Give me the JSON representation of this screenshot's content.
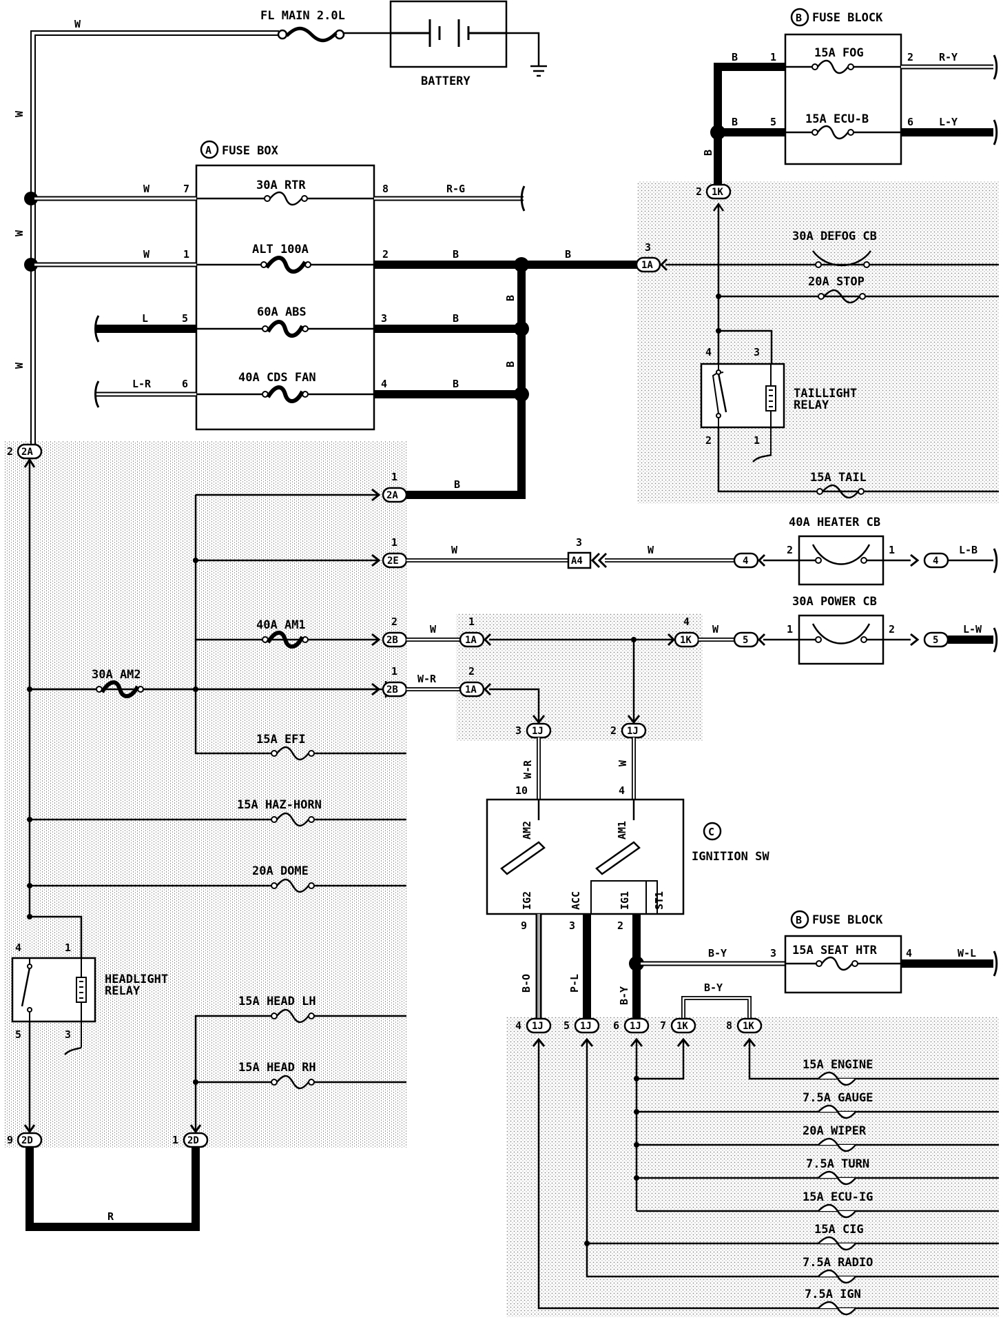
{
  "labels": {
    "fl_main": "FL MAIN 2.0L",
    "battery": "BATTERY",
    "fuse_box_title": "FUSE BOX",
    "fuse_block_title": "FUSE BLOCK",
    "fuse_block_title_2": "FUSE BLOCK",
    "ignition_sw": "IGNITION SW",
    "taillight_relay_1": "TAILLIGHT",
    "taillight_relay_2": "RELAY",
    "headlight_relay_1": "HEADLIGHT",
    "headlight_relay_2": "RELAY",
    "letter_a": "A",
    "letter_b": "B",
    "letter_b2": "B",
    "letter_c": "C"
  },
  "fuses": {
    "rtr": "30A RTR",
    "alt": "ALT 100A",
    "abs": "60A ABS",
    "cds": "40A CDS FAN",
    "fog": "15A FOG",
    "ecub": "15A ECU-B",
    "defog": "30A DEFOG CB",
    "stop": "20A STOP",
    "tail": "15A TAIL",
    "heater": "40A HEATER CB",
    "power": "30A POWER CB",
    "am1": "40A AM1",
    "am2": "30A AM2",
    "efi": "15A EFI",
    "haz": "15A HAZ-HORN",
    "dome": "20A DOME",
    "headlh": "15A HEAD LH",
    "headrh": "15A HEAD RH",
    "seathtr": "15A SEAT HTR",
    "engine": "15A ENGINE",
    "gauge": "7.5A GAUGE",
    "wiper": "20A WIPER",
    "turn": "7.5A TURN",
    "ecuig": "15A ECU-IG",
    "cig": "15A CIG",
    "radio": "7.5A RADIO",
    "ign": "7.5A IGN"
  },
  "wires": {
    "w_top": "W",
    "w_v1": "W",
    "w_v2": "W",
    "w_v3": "W",
    "w_rtr": "W",
    "w_alt": "W",
    "l_abs": "L",
    "lr_cds": "L-R",
    "rg": "R-G",
    "b_alt": "B",
    "b_abs": "B",
    "b_cds": "B",
    "b_mid": "B",
    "b_v1": "B",
    "b_v2": "B",
    "b_2a": "B",
    "b_fog": "B",
    "b_ecub": "B",
    "b_fbv": "B",
    "ry": "R-Y",
    "ly": "L-Y",
    "w_2e": "W",
    "w_a4": "W",
    "lb": "L-B",
    "w_2b": "W",
    "w_1k": "W",
    "lw": "L-W",
    "wr": "W-R",
    "wr_v": "W-R",
    "w_v": "W",
    "bo": "B-O",
    "pl": "P-L",
    "by": "B-Y",
    "by_h": "B-Y",
    "by_j": "B-Y",
    "wl": "W-L",
    "r": "R"
  },
  "switch_terms": {
    "am2": "AM2",
    "am1": "AM1",
    "ig2": "IG2",
    "acc": "ACC",
    "ig1": "IG1",
    "st1": "ST1"
  },
  "connectors": {
    "c2k": "1K",
    "c1a_top": "1A",
    "c2a_l": "2A",
    "c2a_r": "2A",
    "c2e": "2E",
    "ca4": "A4",
    "c4a": "4",
    "c4b": "4",
    "c2b1": "2B",
    "c1a_m": "1A",
    "c1k_m": "1K",
    "c5a": "5",
    "c5b": "5",
    "c2b2": "2B",
    "c1a_m2": "1A",
    "c1j3": "1J",
    "c1j2": "1J",
    "c1j4": "1J",
    "c1j5": "1J",
    "c1j6": "1J",
    "c1k7": "1K",
    "c1k8": "1K",
    "c2d_l": "2D",
    "c2d_r": "2D"
  },
  "pins": {
    "p7": "7",
    "p1": "1",
    "p5": "5",
    "p6": "6",
    "p8": "8",
    "p2": "2",
    "p3": "3",
    "p4": "4",
    "fb1": "1",
    "fb5": "5",
    "fb2": "2",
    "fb6": "6",
    "pk2": "2",
    "p1a3": "3",
    "tr4": "4",
    "tr3": "3",
    "tr2": "2",
    "tr1": "1",
    "p2a2": "2",
    "p2a1": "1",
    "p2e": "1",
    "pa4": "3",
    "ph2": "2",
    "ph1": "1",
    "p2b1": "2",
    "p1a1": "1",
    "p1k4": "4",
    "pp1": "1",
    "pp2": "2",
    "p2b2": "1",
    "p1a2": "2",
    "pj3": "3",
    "pj2": "2",
    "sw10": "10",
    "sw4": "4",
    "sw9": "9",
    "sw3": "3",
    "sw2": "2",
    "hr4": "4",
    "hr1": "1",
    "hr5": "5",
    "hr3": "3",
    "ps3": "3",
    "ps4": "4",
    "pj4": "4",
    "pj5": "5",
    "pj6": "6",
    "pk7": "7",
    "pk8": "8",
    "pd9": "9",
    "pd1": "1"
  }
}
